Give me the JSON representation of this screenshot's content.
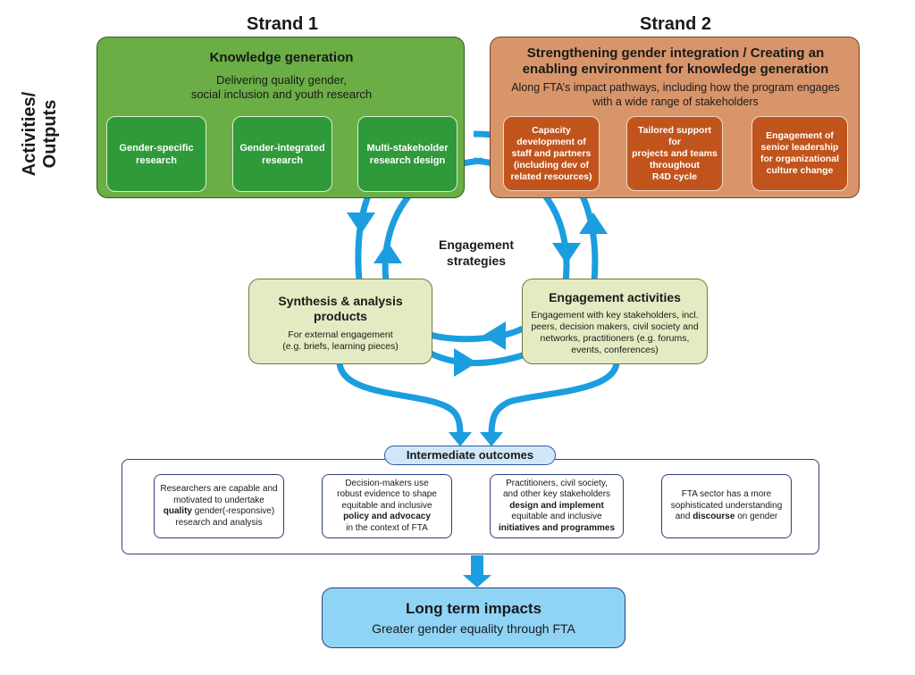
{
  "colors": {
    "arrow": "#1a9ee0",
    "green_panel": "#6aae45",
    "orange_panel": "#d9956a",
    "impact": "#8fd3f5"
  },
  "strand1": {
    "heading": "Strand 1",
    "title": "Knowledge generation",
    "subtitle_line1": "Delivering quality gender,",
    "subtitle_line2": "social inclusion and youth research",
    "boxes": [
      {
        "line1": "Gender-specific",
        "line2": "research"
      },
      {
        "line1": "Gender-integrated",
        "line2": "research"
      },
      {
        "line1": "Multi-stakeholder",
        "line2": "research design"
      }
    ]
  },
  "strand2": {
    "heading": "Strand 2",
    "title_line1": "Strengthening gender integration / Creating an",
    "title_line2": "enabling environment for knowledge generation",
    "subtitle_line1": "Along FTA’s impact pathways, including how the program engages",
    "subtitle_line2": "with a wide range of stakeholders",
    "boxes": [
      {
        "line1": "Capacity",
        "line2": "development of",
        "line3": "staff and partners",
        "line4": "(including dev of",
        "line5": "related resources)"
      },
      {
        "line1": "Tailored support for",
        "line2": "projects and teams",
        "line3": "throughout",
        "line4": "R4D cycle"
      },
      {
        "line1": "Engagement of",
        "line2": "senior leadership",
        "line3": "for organizational",
        "line4": "culture change"
      }
    ]
  },
  "side_label": {
    "line1": "Activities/",
    "line2": "Outputs"
  },
  "engagement": {
    "line1": "Engagement",
    "line2": "strategies"
  },
  "synthesis": {
    "title_line1": "Synthesis & analysis",
    "title_line2": "products",
    "sub_line1": "For external engagement",
    "sub_line2": "(e.g. briefs, learning pieces)"
  },
  "activities": {
    "title": "Engagement activities",
    "line1": "Engagement with key stakeholders, incl.",
    "line2": "peers, decision makers, civil society and",
    "line3": "networks, practitioners (e.g. forums,",
    "line4": "events, conferences)"
  },
  "intermediate": {
    "label": "Intermediate outcomes",
    "box1": {
      "l1": "Researchers are capable and",
      "l2": "motivated to undertake",
      "l3a": "quality",
      "l3b": " gender(-responsive)",
      "l4": "research and analysis"
    },
    "box2": {
      "l1": "Decision-makers use",
      "l2": "robust evidence to shape",
      "l3": "equitable and inclusive",
      "l4": "policy and advocacy",
      "l5": "in the context of FTA"
    },
    "box3": {
      "l1": "Practitioners, civil society,",
      "l2": "and other key stakeholders",
      "l3": "design and implement",
      "l4": "equitable and inclusive",
      "l5": "initiatives and programmes"
    },
    "box4": {
      "l1": "FTA sector has a more",
      "l2": "sophisticated understanding",
      "l3a": "and ",
      "l3b": "discourse",
      "l3c": " on gender"
    }
  },
  "impact": {
    "title": "Long term impacts",
    "subtitle": "Greater gender equality through FTA"
  }
}
